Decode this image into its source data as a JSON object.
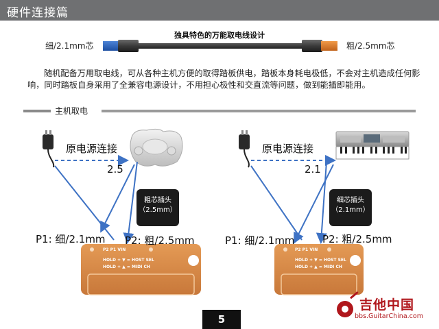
{
  "header": {
    "title": "硬件连接篇"
  },
  "cable": {
    "title": "独具特色的万能取电线设计",
    "left_label": "细/2.1mm芯",
    "right_label": "粗/2.5mm芯"
  },
  "description": "随机配备万用取电线，可从各种主机方便的取得踏板供电，踏板本身耗电极低，不会对主机造成任何影响，同时踏板自身采用了全兼容电源设计，不用担心极性和交直流等问题，做到能插即能用。",
  "section": {
    "label": "主机取电"
  },
  "left_diagram": {
    "source_label": "原电源连接",
    "size_label": "2.5",
    "callout_line1": "粗芯插头",
    "callout_line2": "（2.5mm）",
    "p1_label": "P1: 细/2.1mm",
    "p2_label": "P2: 粗/2.5mm"
  },
  "right_diagram": {
    "source_label": "原电源连接",
    "size_label": "2.1",
    "callout_line1": "细芯插头",
    "callout_line2": "（2.1mm）",
    "p1_label": "P1: 细/2.1mm",
    "p2_label": "P2: 粗/2.5mm"
  },
  "board_text": {
    "top_labels": "P2  P1  VIN",
    "line1": "HOLD + ▼ = HOST SEL",
    "line2": "HOLD + ▲ = MIDI CH"
  },
  "page_number": "5",
  "watermark": {
    "chinese": "吉他中国",
    "url": "bbs.GuitarChina.com"
  },
  "colors": {
    "header": "#6f7072",
    "arrow": "#3e72c4",
    "board": "#d78a45",
    "cable_left_tip": "#2e63b8",
    "cable_right_tip": "#d9751f",
    "watermark": "#b0171c"
  }
}
